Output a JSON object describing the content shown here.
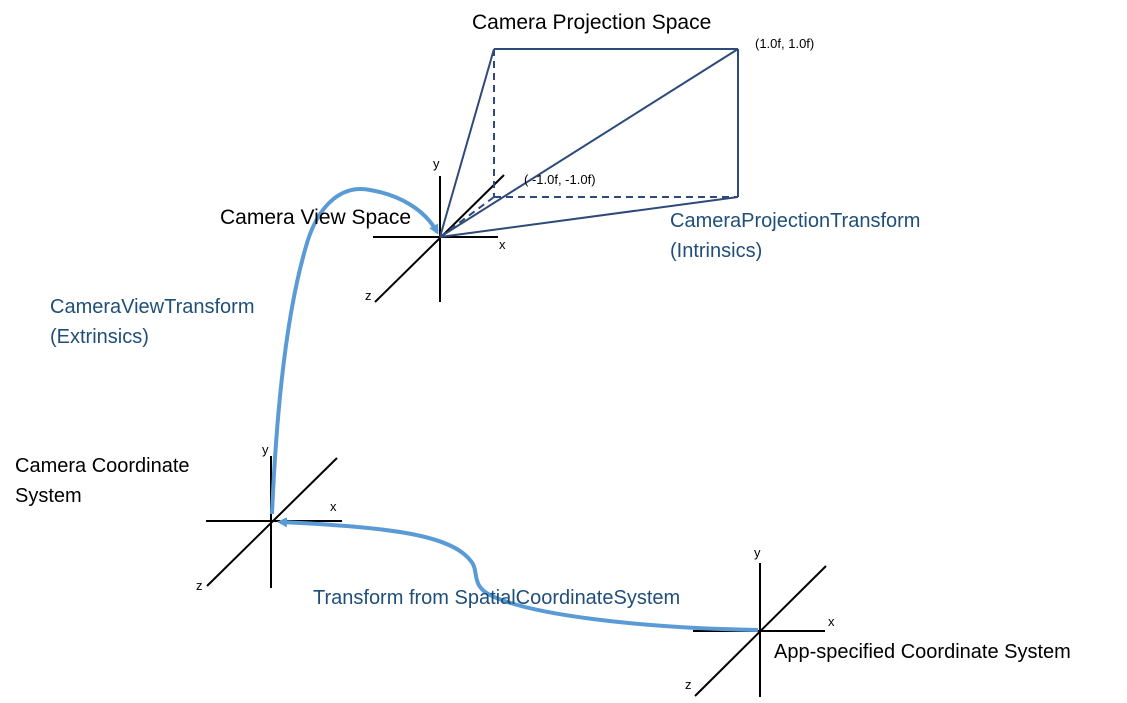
{
  "labels": {
    "projection_space": "Camera Projection Space",
    "corner_top_right": "(1.0f, 1.0f)",
    "corner_bottom_left": "( -1.0f, -1.0f)",
    "view_space": "Camera View Space",
    "projection_transform_line1": "CameraProjectionTransform",
    "projection_transform_line2": "(Intrinsics)",
    "view_transform_line1": "CameraViewTransform",
    "view_transform_line2": "(Extrinsics)",
    "camera_coord_line1": "Camera Coordinate",
    "camera_coord_line2": "System",
    "spatial_transform": "Transform from SpatialCoordinateSystem",
    "app_coord": "App-specified Coordinate System"
  },
  "axes": {
    "x": "x",
    "y": "y",
    "z": "z"
  },
  "colors": {
    "arrow": "#5b9bd5",
    "frustum": "#2e4a7a",
    "blue_text": "#1f4e79",
    "axis": "#000000"
  }
}
